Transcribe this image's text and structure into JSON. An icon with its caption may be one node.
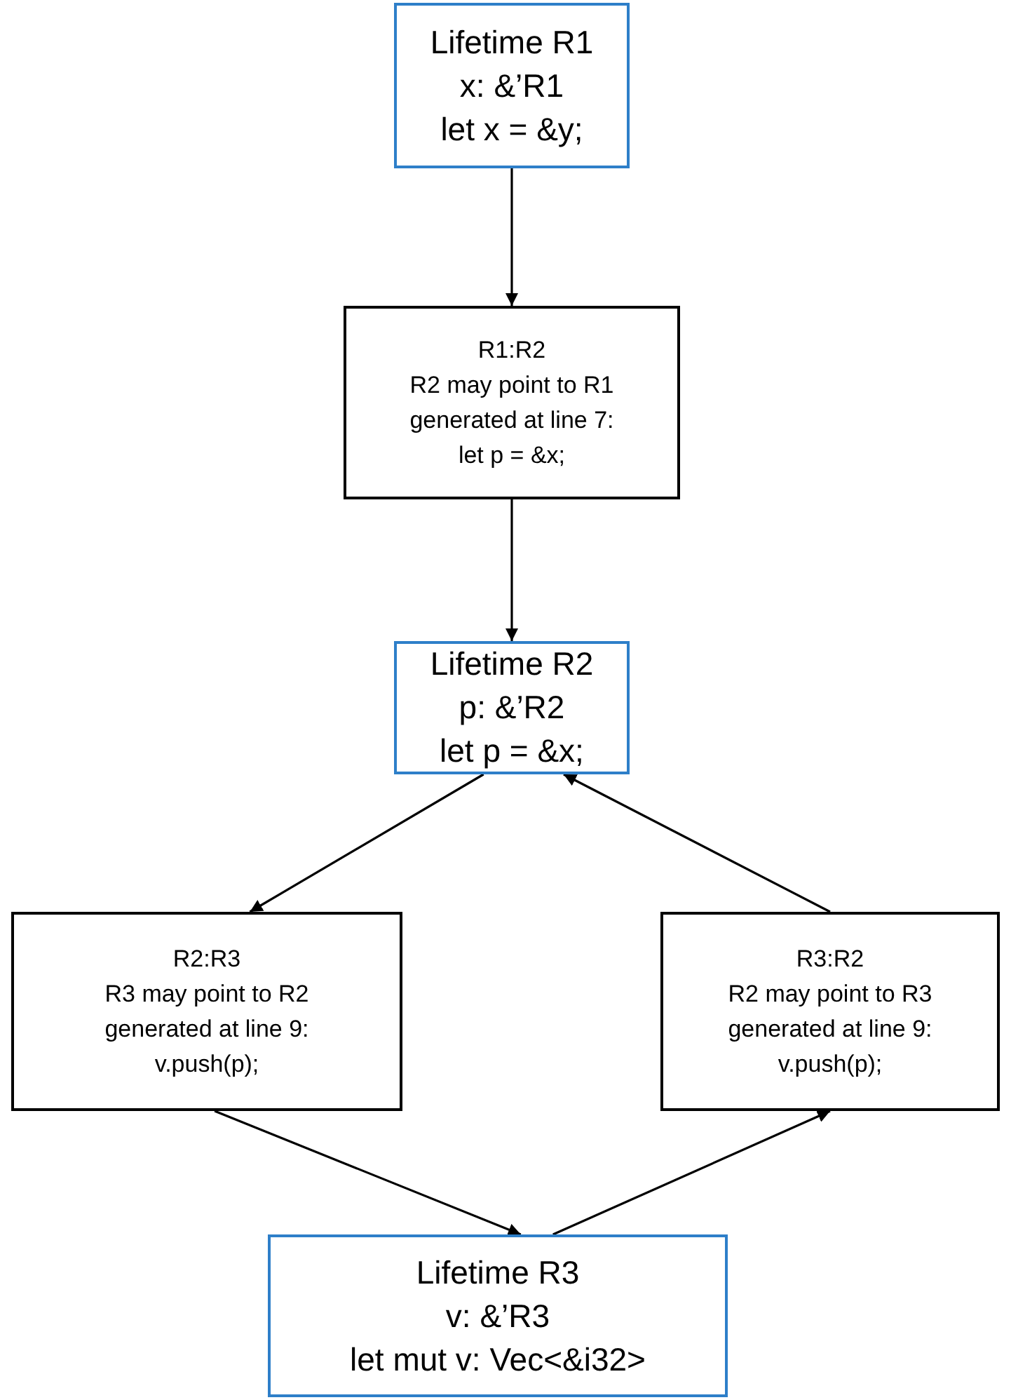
{
  "diagram": {
    "nodes": [
      {
        "text": [
          "Lifetime R1",
          "x: &’R1",
          "let x = &y;"
        ]
      },
      {
        "text": [
          "R1:R2",
          "R2 may point to R1",
          "generated at line 7:",
          "let p = &x;"
        ]
      },
      {
        "text": [
          "Lifetime R2",
          "p: &’R2",
          "let p = &x;"
        ]
      },
      {
        "text": [
          "R2:R3",
          "R3 may point to R2",
          "generated at line 9:",
          "v.push(p);"
        ]
      },
      {
        "text": [
          "R3:R2",
          "R2 may point to R3",
          "generated at line 9:",
          "v.push(p);"
        ]
      },
      {
        "text": [
          "Lifetime R3",
          "v: &’R3",
          "let mut v: Vec<&i32>"
        ]
      }
    ],
    "edges": [
      {
        "from": 0,
        "to": 1,
        "arrow": "to"
      },
      {
        "from": 1,
        "to": 2,
        "arrow": "to"
      },
      {
        "from": 2,
        "to": 3,
        "arrow": "to"
      },
      {
        "from": 3,
        "to": 5,
        "arrow": "to"
      },
      {
        "from": 5,
        "to": 4,
        "arrow": "to"
      },
      {
        "from": 4,
        "to": 2,
        "arrow": "to"
      }
    ]
  }
}
